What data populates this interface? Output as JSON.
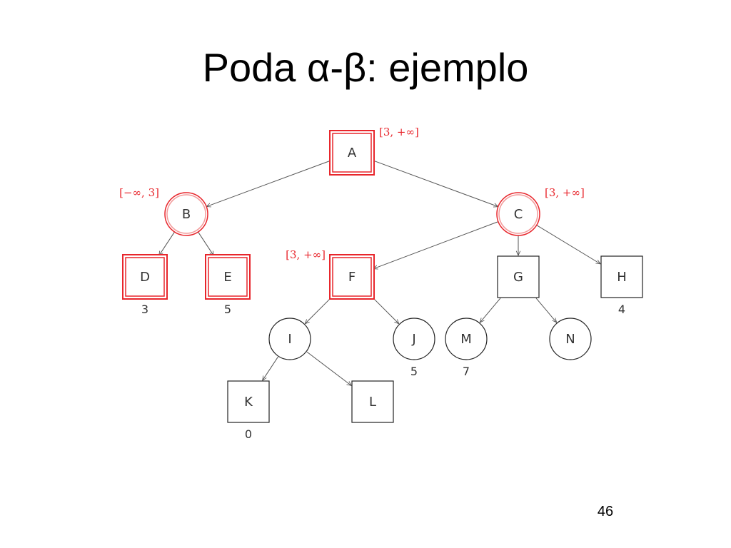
{
  "slide": {
    "title": "Poda α-β: ejemplo",
    "page_number": "46"
  },
  "colors": {
    "highlight": "#e8262c",
    "highlight_inner": "#f29a9a",
    "edge": "#555555",
    "node_border": "#222222"
  },
  "tree": {
    "nodes": [
      {
        "id": "A",
        "label": "A",
        "shape": "square",
        "highlighted": true,
        "interval": "[3, +∞]"
      },
      {
        "id": "B",
        "label": "B",
        "shape": "circle",
        "highlighted": true,
        "interval": "[−∞, 3]"
      },
      {
        "id": "C",
        "label": "C",
        "shape": "circle",
        "highlighted": true,
        "interval": "[3, +∞]"
      },
      {
        "id": "D",
        "label": "D",
        "shape": "square",
        "highlighted": true,
        "value": "3"
      },
      {
        "id": "E",
        "label": "E",
        "shape": "square",
        "highlighted": true,
        "value": "5"
      },
      {
        "id": "F",
        "label": "F",
        "shape": "square",
        "highlighted": true,
        "interval": "[3, +∞]"
      },
      {
        "id": "G",
        "label": "G",
        "shape": "square",
        "highlighted": false
      },
      {
        "id": "H",
        "label": "H",
        "shape": "square",
        "highlighted": false,
        "value": "4"
      },
      {
        "id": "I",
        "label": "I",
        "shape": "circle",
        "highlighted": false
      },
      {
        "id": "J",
        "label": "J",
        "shape": "circle",
        "highlighted": false,
        "value": "5"
      },
      {
        "id": "M",
        "label": "M",
        "shape": "circle",
        "highlighted": false,
        "value": "7"
      },
      {
        "id": "N",
        "label": "N",
        "shape": "circle",
        "highlighted": false
      },
      {
        "id": "K",
        "label": "K",
        "shape": "square",
        "highlighted": false,
        "value": "0"
      },
      {
        "id": "L",
        "label": "L",
        "shape": "square",
        "highlighted": false
      }
    ],
    "edges": [
      [
        "A",
        "B"
      ],
      [
        "A",
        "C"
      ],
      [
        "B",
        "D"
      ],
      [
        "B",
        "E"
      ],
      [
        "C",
        "F"
      ],
      [
        "C",
        "G"
      ],
      [
        "C",
        "H"
      ],
      [
        "F",
        "I"
      ],
      [
        "F",
        "J"
      ],
      [
        "G",
        "M"
      ],
      [
        "G",
        "N"
      ],
      [
        "I",
        "K"
      ],
      [
        "I",
        "L"
      ]
    ]
  }
}
